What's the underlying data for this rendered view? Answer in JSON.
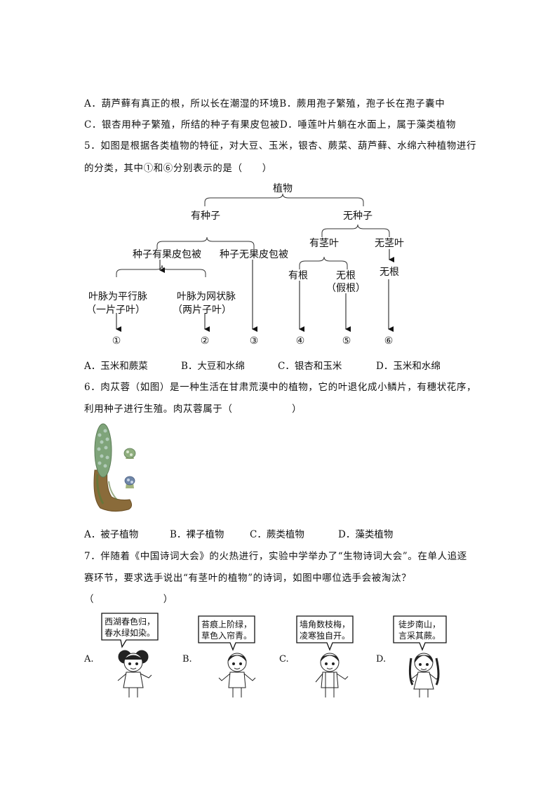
{
  "q4_options": {
    "A": "A．葫芦藓有真正的根，所以长在潮湿的环境",
    "B": "B．蕨用孢子繁殖，孢子长在孢子囊中",
    "C": "C．银杏用种子繁殖，所结的种子有果皮包被",
    "D": "D．唾莲叶片躺在水面上，属于藻类植物"
  },
  "q5": {
    "stem_line1": "5．如图是根据各类植物的特征，对大豆、玉米，银杏、蕨菜、葫芦藓、水绵六种植物进行",
    "stem_line2": "的分类，其中①和⑥分别表示的是（　　）",
    "diagram": {
      "root": "植物",
      "has_seed": "有种子",
      "no_seed": "无种子",
      "seed_covered": "种子有果皮包被",
      "seed_naked": "种子无果皮包被",
      "parallel_vein_1": "叶脉为平行脉",
      "parallel_vein_2": "（一片子叶）",
      "net_vein_1": "叶脉为网状脉",
      "net_vein_2": "（两片子叶）",
      "has_stem_leaf": "有茎叶",
      "no_stem_leaf": "无茎叶",
      "has_root": "有根",
      "no_root_1": "无根",
      "no_root_2": "（假根）",
      "no_root_3": "无根",
      "n1": "①",
      "n2": "②",
      "n3": "③",
      "n4": "④",
      "n5": "⑤",
      "n6": "⑥"
    },
    "options": [
      "A．玉米和蕨菜",
      "B．大豆和水绵",
      "C．银杏和玉米",
      "D．玉米和水绵"
    ]
  },
  "q6": {
    "stem_line1": "6．肉苁蓉（如图）是一种生活在甘肃荒漠中的植物，它的叶退化成小鳞片，有穗状花序，",
    "stem_line2": "利用种子进行生殖。肉苁蓉属于（　　　　　　）",
    "options": [
      "A．被子植物",
      "B．裸子植物",
      "C．蕨类植物",
      "D．藻类植物"
    ]
  },
  "q7": {
    "stem_line1": "7．伴随着《中国诗词大会》的火热进行，实验中学举办了“生物诗词大会”。在单人追逐",
    "stem_line2": "赛环节，要求选手说出“有茎叶的植物”的诗词，如图中哪位选手会被淘汰？",
    "stem_line3": "（　　　　　　　）",
    "choices": [
      {
        "letter": "A.",
        "l1": "西湖春色归，",
        "l2": "春水绿如染。"
      },
      {
        "letter": "B.",
        "l1": "苔痕上阶绿，",
        "l2": "草色入帘青。"
      },
      {
        "letter": "C.",
        "l1": "墙角数枝梅，",
        "l2": "凌寒独自开。"
      },
      {
        "letter": "D.",
        "l1": "徒步南山，",
        "l2": "言采其蕨。"
      }
    ]
  }
}
